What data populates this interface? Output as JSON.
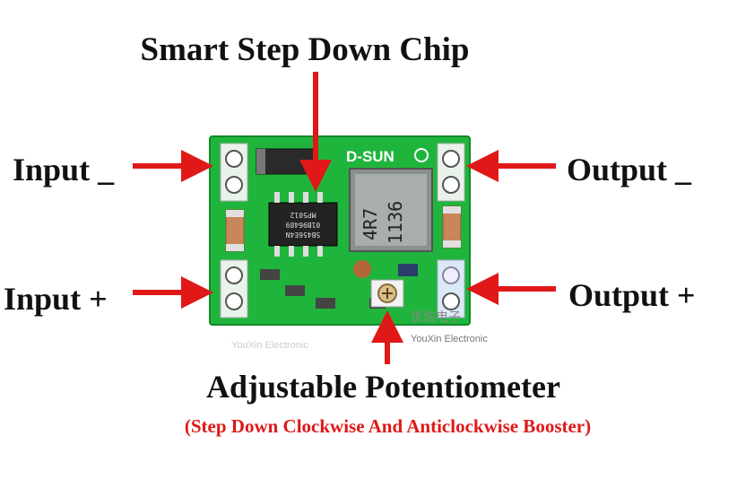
{
  "labels": {
    "chip": "Smart Step Down Chip",
    "input_negative": "Input _",
    "input_positive": "Input +",
    "output_negative": "Output _",
    "output_positive": "Output +",
    "potentiometer": "Adjustable Potentiometer",
    "potentiometer_note": "(Step Down Clockwise And Anticlockwise Booster)"
  },
  "board": {
    "brand": "D-SUN",
    "inductor_line1": "4R7",
    "inductor_line2": "1136",
    "chip_marking_line1": "5B456E4N",
    "chip_marking_line2": "01B96489",
    "chip_marking_line3": "MP5012"
  },
  "watermark": {
    "chinese": "优信电子",
    "english": "YouXin Electronic",
    "faint": "YouXin Electronic"
  },
  "colors": {
    "pcb": "#1fb53c",
    "arrow": "#e01818",
    "text": "#111111"
  }
}
